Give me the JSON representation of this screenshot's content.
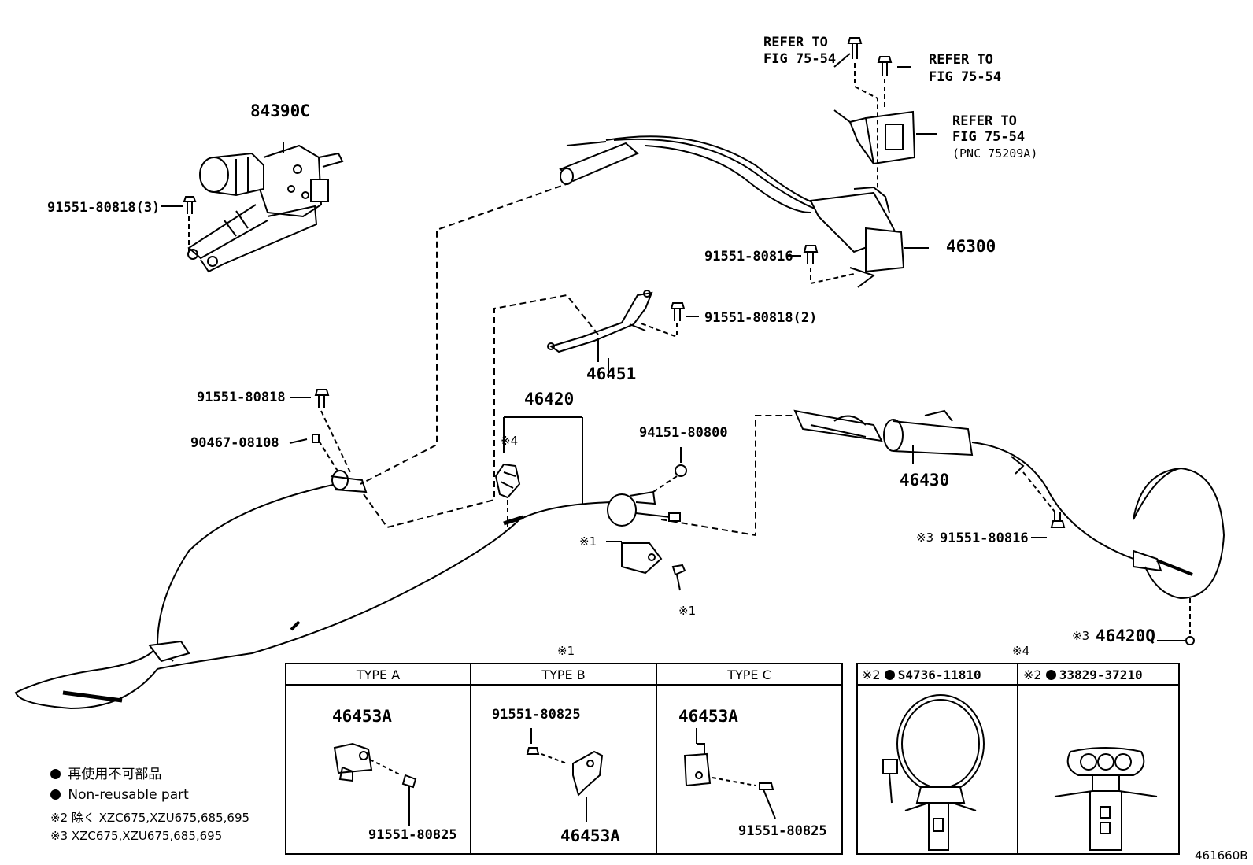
{
  "diagram_id": "461660B",
  "parts": {
    "p84390C": "84390C",
    "p91551_80818_3": "91551-80818(3)",
    "p46300": "46300",
    "p91551_80816_top": "91551-80816",
    "p91551_80818_2": "91551-80818(2)",
    "p46451": "46451",
    "p46420": "46420",
    "p91551_80818": "91551-80818",
    "p90467_08108": "90467-08108",
    "p94151_80800": "94151-80800",
    "p46430": "46430",
    "p91551_80816_mid": "91551-80816",
    "p46420Q": "46420Q"
  },
  "refs": {
    "ref1_line1": "REFER TO",
    "ref1_line2": "FIG 75-54",
    "ref2_line1": "REFER TO",
    "ref2_line2": "FIG 75-54",
    "ref3_line1": "REFER TO",
    "ref3_line2": "FIG 75-54",
    "ref3_line3": "(PNC 75209A)"
  },
  "marks": {
    "m4": "※4",
    "m1_a": "※1",
    "m1_b": "※1",
    "m3_a": "※3",
    "m3_b": "※3"
  },
  "table1": {
    "caption": "※1",
    "type_a": "TYPE A",
    "type_b": "TYPE B",
    "type_c": "TYPE C",
    "a_part1": "46453A",
    "a_part2": "91551-80825",
    "b_part1": "91551-80825",
    "b_part2": "46453A",
    "c_part1": "46453A",
    "c_part2": "91551-80825"
  },
  "table2": {
    "caption": "※4",
    "h1_mark": "※2",
    "h1_part": "S4736-11810",
    "h2_mark": "※2",
    "h2_part": "33829-37210"
  },
  "legend": {
    "jp": "再使用不可部品",
    "en": "Non-reusable part",
    "note2": "※2 除く XZC675,XZU675,685,695",
    "note3": "※3 XZC675,XZU675,685,695"
  }
}
